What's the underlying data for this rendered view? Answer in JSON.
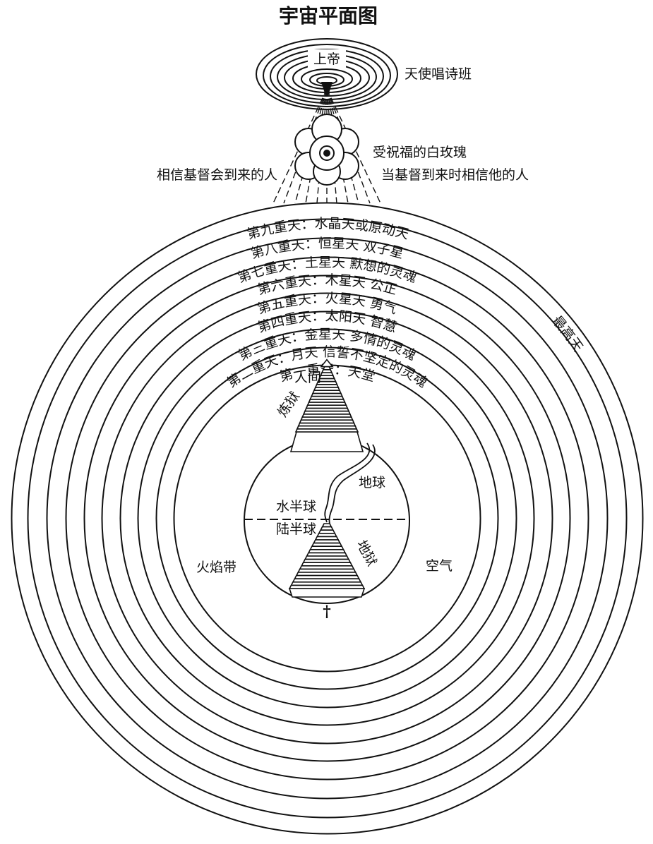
{
  "title": "宇宙平面图",
  "top": {
    "god": "上帝",
    "choir": "天使唱诗班",
    "rose": "受祝福的白玫瑰",
    "believers_before": "相信基督会到来的人",
    "believers_after": "当基督到来时相信他的人",
    "empyrean": "最高天"
  },
  "heavens": [
    "第九重天：水晶天或原动天",
    "第八重天：恒星天  双子星",
    "第七重天：土星天  默想的灵魂",
    "第六重天：木星天  公正",
    "第五重天：火星天  勇气",
    "第四重天：太阳天    智慧",
    "第三重天：金星天  多情的灵魂",
    "第二重天：月天  信誓不坚定的灵魂",
    "第一重天：天堂"
  ],
  "earth": {
    "human_world": "人间",
    "purgatory": "炼狱",
    "earth": "地球",
    "water_hemisphere": "水半球",
    "land_hemisphere": "陆半球",
    "hell": "地狱",
    "fire_zone": "火焰带",
    "air": "空气"
  },
  "colors": {
    "ink": "#111111",
    "paper": "#ffffff"
  }
}
